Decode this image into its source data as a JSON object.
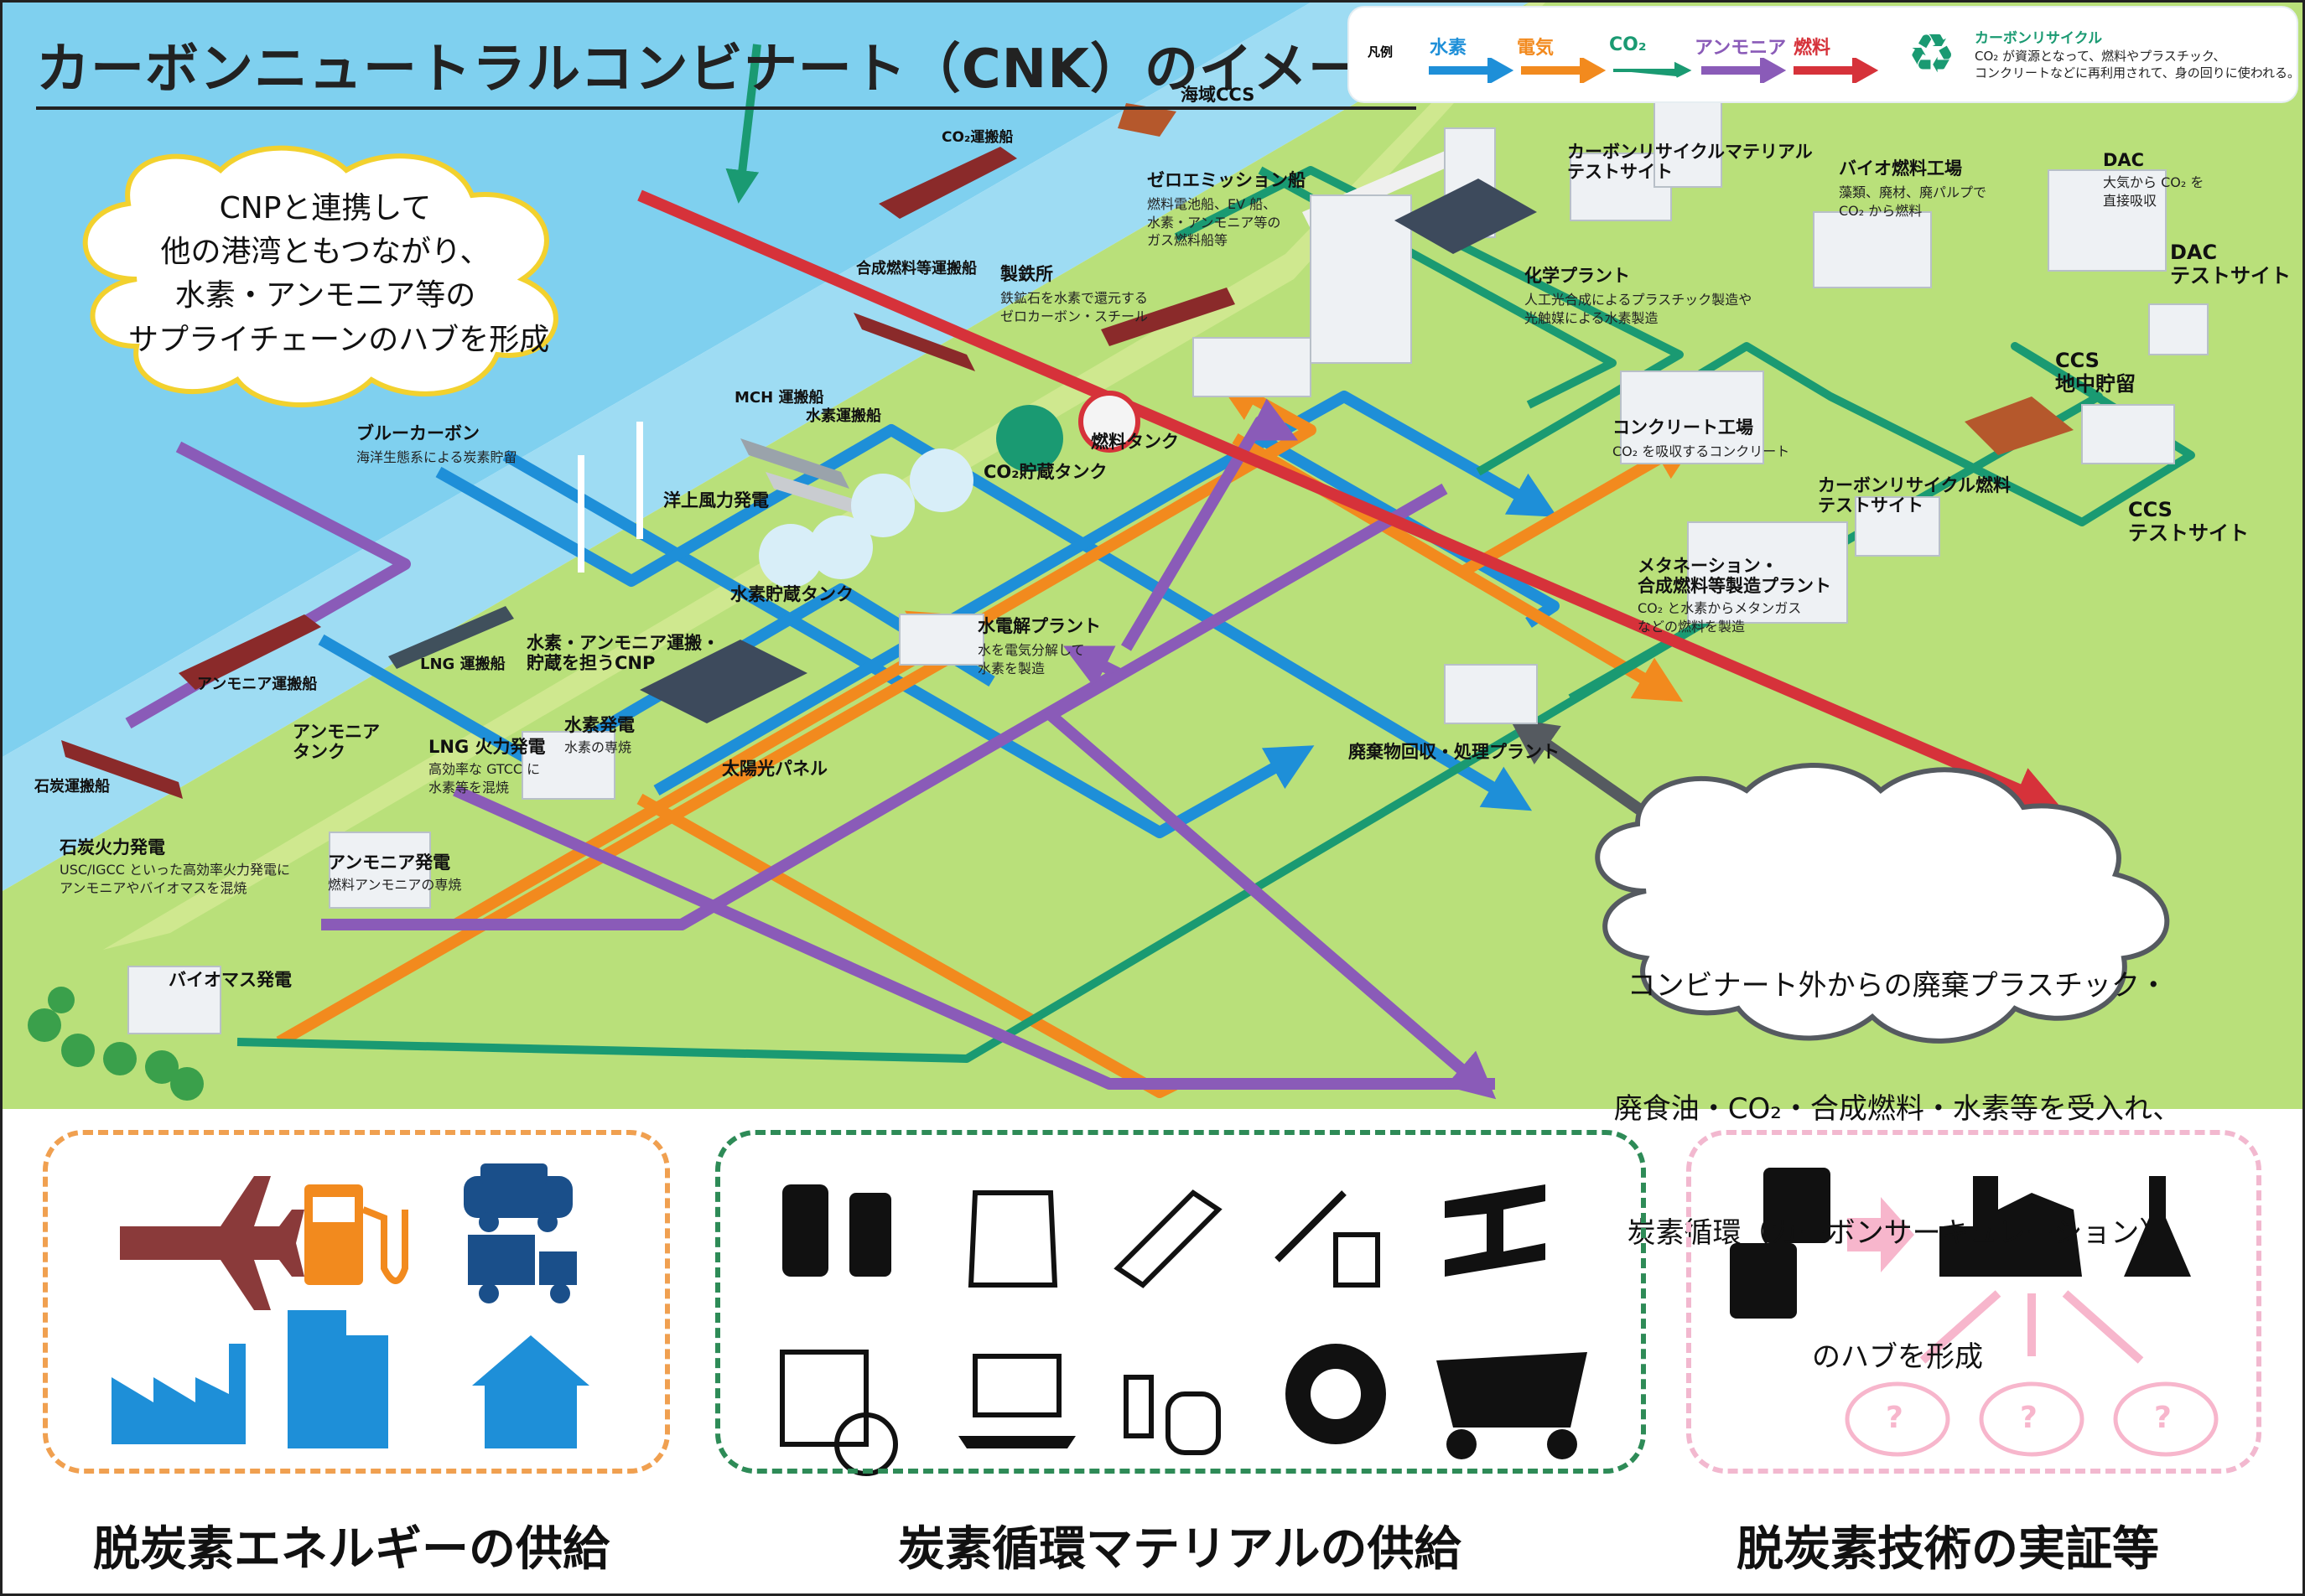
{
  "title": "カーボンニュートラルコンビナート（CNK）のイメージ",
  "legend": {
    "label": "凡例",
    "hydrogen": "水素",
    "electricity": "電気",
    "co2": "CO₂",
    "ammonia": "アンモニア",
    "fuel": "燃料",
    "recycle_title": "カーボンリサイクル",
    "recycle_desc": "CO₂ が資源となって、燃料やプラスチック、\nコンクリートなどに再利用されて、身の回りに使われる。",
    "colors": {
      "hydrogen": "#1e8fd8",
      "electricity": "#f28a1e",
      "co2": "#1a9a72",
      "ammonia": "#8a5bb8",
      "fuel": "#d6323a",
      "waste": "#555a60"
    }
  },
  "clouds": {
    "left": "CNPと連携して\n他の港湾ともつながり、\n水素・アンモニア等の\nサプライチェーンのハブを形成",
    "right_line1": "コンビナート外からの廃棄プラスチック・",
    "right_line2": "廃食油・CO₂・合成燃料・水素等を受入れ、",
    "right_line3": "炭素循環（カーボンサーキュレーション）",
    "right_line4": "のハブを形成"
  },
  "labels": {
    "offshore_ccs": "海域CCS",
    "co2_ship": "CO₂運搬船",
    "synfuel_ship": "合成燃料等運搬船",
    "zero_emission_ship": "ゼロエミッション船",
    "zero_emission_desc": "燃料電池船、EV 船、\n水素・アンモニア等の\nガス燃料船等",
    "steelworks": "製鉄所",
    "steelworks_desc": "鉄鉱石を水素で還元する\nゼロカーボン・スチール",
    "cr_material": "カーボンリサイクルマテリアル\nテストサイト",
    "bio_fuel": "バイオ燃料工場",
    "bio_fuel_desc": "藻類、廃材、廃パルプで\nCO₂ から燃料",
    "dac": "DAC",
    "dac_desc": "大気から CO₂ を\n直接吸収",
    "dac_test": "DAC\nテストサイト",
    "chemical": "化学プラント",
    "chemical_desc": "人工光合成によるプラスチック製造や\n光触媒による水素製造",
    "ccs_storage": "CCS\n地中貯留",
    "concrete": "コンクリート工場",
    "concrete_desc": "CO₂ を吸収するコンクリート",
    "cr_fuel": "カーボンリサイクル燃料\nテストサイト",
    "ccs_test": "CCS\nテストサイト",
    "methanation": "メタネーション・\n合成燃料等製造プラント",
    "methanation_desc": "CO₂ と水素からメタンガス\nなどの燃料を製造",
    "waste_plant": "廃棄物回収・処理プラント",
    "mch_ship": "MCH 運搬船",
    "h2_ship": "水素運搬船",
    "co2_tank": "CO₂貯蔵タンク",
    "fuel_tank": "燃料タンク",
    "blue_carbon": "ブルーカーボン",
    "blue_carbon_desc": "海洋生態系による炭素貯留",
    "offshore_wind": "洋上風力発電",
    "h2_tank": "水素貯蔵タンク",
    "electrolysis": "水電解プラント",
    "electrolysis_desc": "水を電気分解して\n水素を製造",
    "ammonia_ship": "アンモニア運搬船",
    "lng_ship": "LNG 運搬船",
    "cnp": "水素・アンモニア運搬・\n貯蔵を担うCNP",
    "coal_ship": "石炭運搬船",
    "ammonia_tank": "アンモニア\nタンク",
    "lng_power": "LNG 火力発電",
    "lng_power_desc": "高効率な GTCC に\n水素等を混焼",
    "h2_power": "水素発電",
    "h2_power_desc": "水素の専焼",
    "solar": "太陽光パネル",
    "coal_power": "石炭火力発電",
    "coal_power_desc": "USC/IGCC といった高効率火力発電に\nアンモニアやバイオマスを混焼",
    "ammonia_power": "アンモニア発電",
    "ammonia_power_desc": "燃料アンモニアの専焼",
    "biomass": "バイオマス発電"
  },
  "panels": {
    "energy": {
      "title": "脱炭素エネルギーの供給",
      "border": "#f0a050",
      "icons": [
        "airplane-icon",
        "fuel-pump-icon",
        "car-icon",
        "truck-icon",
        "factory-icon",
        "building-icon",
        "house-icon"
      ]
    },
    "material": {
      "title": "炭素循環マテリアルの供給",
      "border": "#2e8b57",
      "icons": [
        "detergent-icon",
        "plastic-bag-icon",
        "pet-bottle-icon",
        "medical-icon",
        "steel-beam-icon",
        "display-disc-icon",
        "laptop-icon",
        "cosmetics-icon",
        "tire-icon",
        "dump-truck-icon"
      ]
    },
    "tech": {
      "title": "脱炭素技術の実証等",
      "border": "#f2b8cf",
      "icons": [
        "recycle-bin-icon",
        "arrow-icon",
        "plant-icon",
        "flask-icon",
        "unknown-cloud-icon"
      ],
      "unknown_mark": "?"
    }
  }
}
